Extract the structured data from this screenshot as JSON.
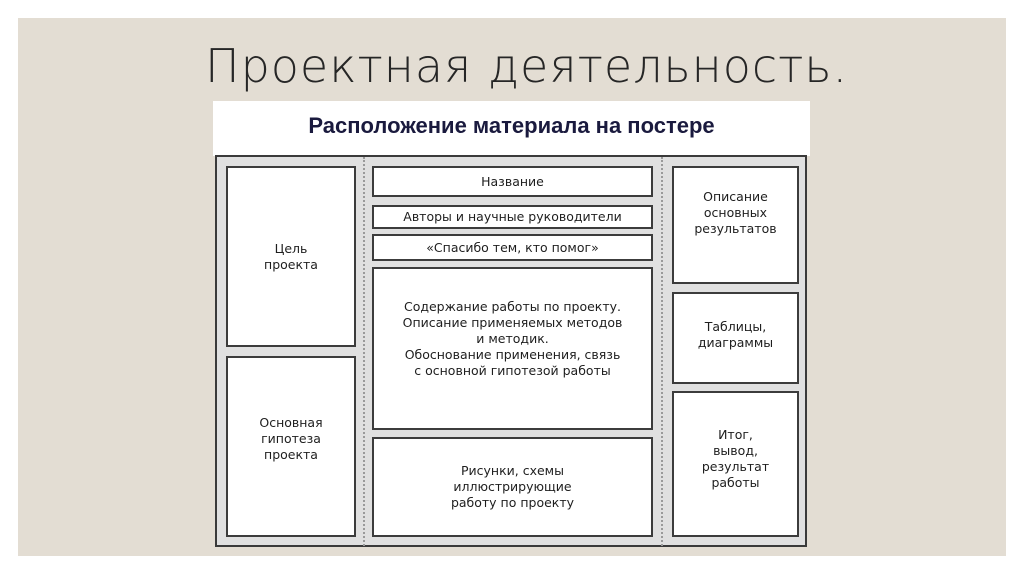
{
  "slide": {
    "title": "Проектная деятельность.",
    "background_color": "#e3ddd3"
  },
  "poster": {
    "heading": "Расположение материала на постере",
    "heading_color": "#1a1a3e",
    "frame_color": "#e0e0e0",
    "left_column": [
      {
        "label": "Цель\nпроекта"
      },
      {
        "label": "Основная\nгипотеза\nпроекта"
      }
    ],
    "center_column": [
      {
        "label": "Название"
      },
      {
        "label": "Авторы и научные руководители"
      },
      {
        "label": "«Спасибо тем, кто помог»"
      },
      {
        "label": "Содержание работы по проекту.\nОписание применяемых методов\nи методик.\nОбоснование применения, связь\nс основной гипотезой работы"
      },
      {
        "label": "Рисунки, схемы\nиллюстрирующие\nработу по проекту"
      }
    ],
    "right_column": [
      {
        "label": "Описание\nосновных\nрезультатов"
      },
      {
        "label": "Таблицы,\nдиаграммы"
      },
      {
        "label": "Итог,\nвывод,\nрезультат\nработы"
      }
    ]
  }
}
